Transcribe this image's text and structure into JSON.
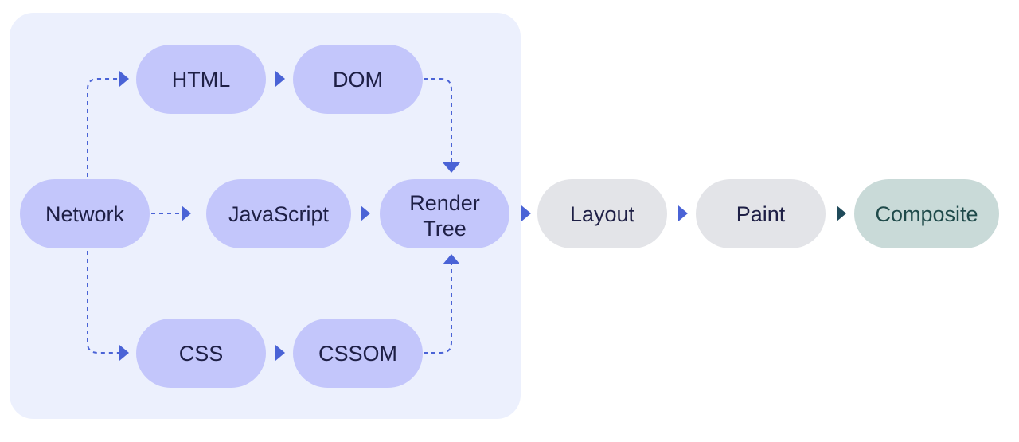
{
  "colors": {
    "panel_fill": "#ecf0fd",
    "blue_node_fill": "#c3c6fb",
    "gray_node_fill": "#e3e4e8",
    "teal_node_fill": "#c9dad8",
    "dark_text": "#1e1f45",
    "teal_text": "#1f4a4a",
    "arrow_blue": "#4a63d6",
    "arrow_teal": "#1f4a5a"
  },
  "nodes": {
    "network": {
      "label": "Network"
    },
    "html": {
      "label": "HTML"
    },
    "dom": {
      "label": "DOM"
    },
    "javascript": {
      "label": "JavaScript"
    },
    "render_tree": {
      "label_line1": "Render",
      "label_line2": "Tree"
    },
    "css": {
      "label": "CSS"
    },
    "cssom": {
      "label": "CSSOM"
    },
    "layout": {
      "label": "Layout"
    },
    "paint": {
      "label": "Paint"
    },
    "composite": {
      "label": "Composite"
    }
  }
}
